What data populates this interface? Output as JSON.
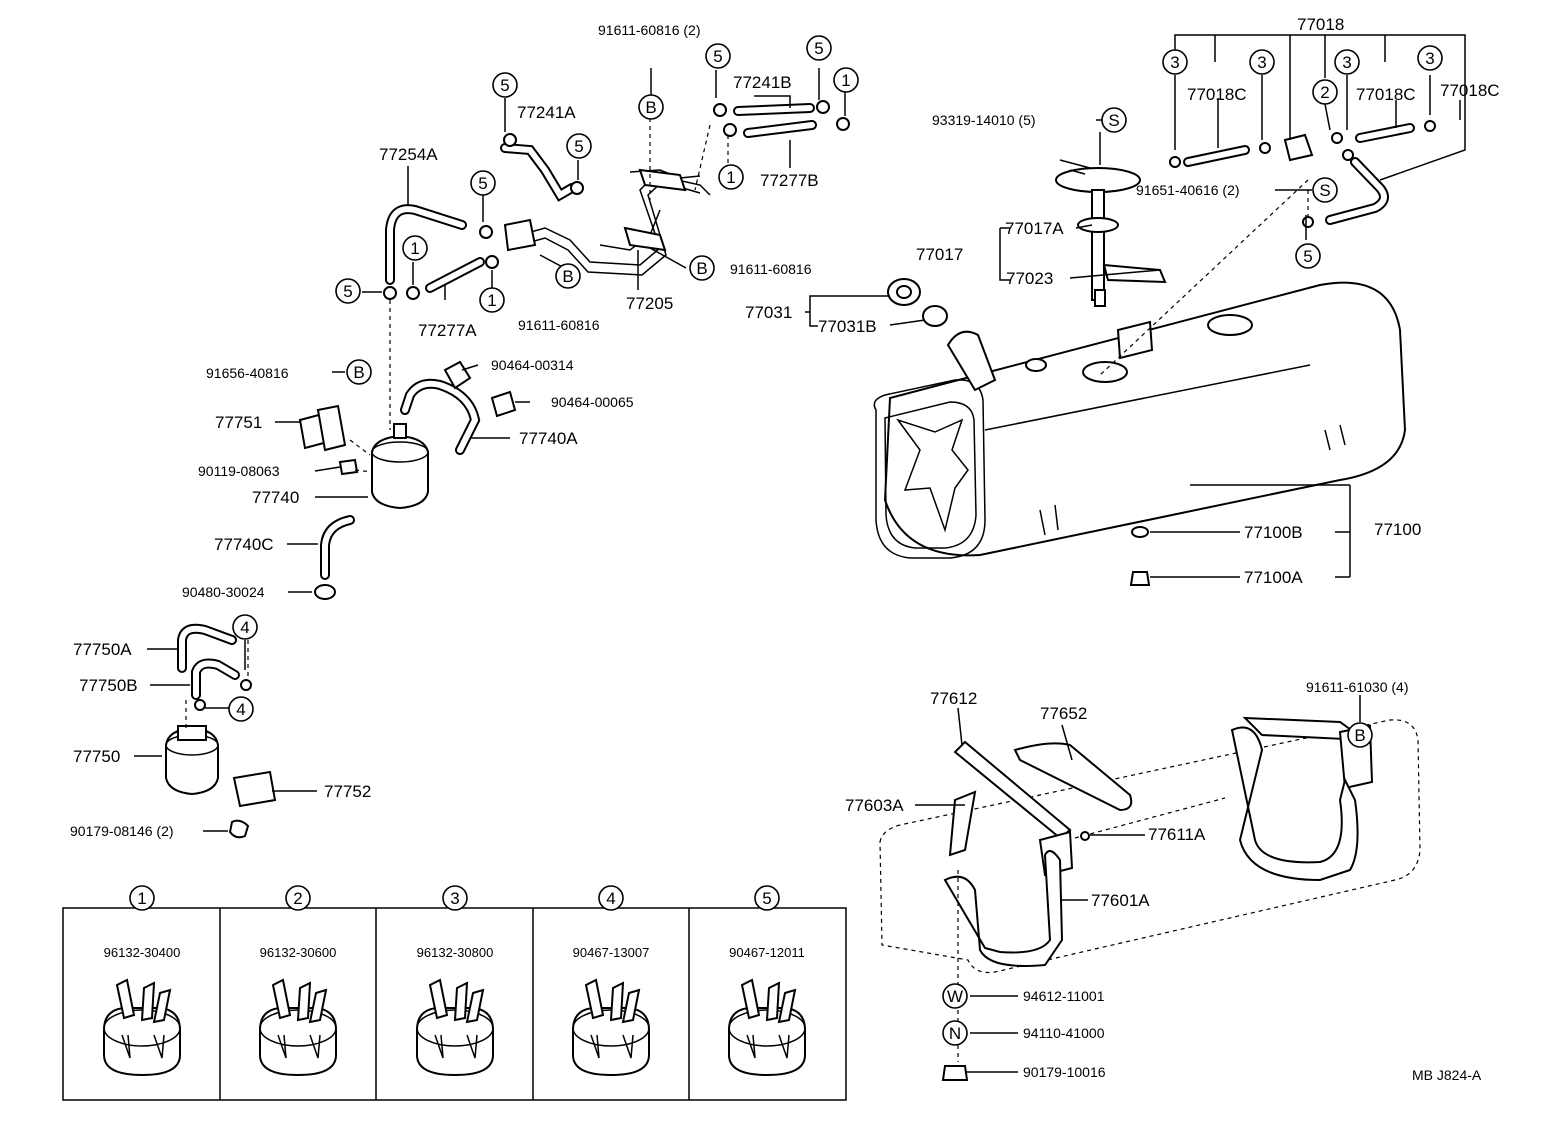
{
  "labels": {
    "p91611_60816_2": "91611-60816 (2)",
    "p77241B": "77241B",
    "p77241A": "77241A",
    "p77277B": "77277B",
    "p77254A": "77254A",
    "p77277A": "77277A",
    "p91611_60816_a": "91611-60816",
    "p91611_60816_b": "91611-60816",
    "p77205": "77205",
    "p91656_40816": "91656-40816",
    "p90464_00314": "90464-00314",
    "p90464_00065": "90464-00065",
    "p77751": "77751",
    "p77740A": "77740A",
    "p90119_08063": "90119-08063",
    "p77740": "77740",
    "p77740C": "77740C",
    "p90480_30024": "90480-30024",
    "p77750A": "77750A",
    "p77750B": "77750B",
    "p77750": "77750",
    "p77752": "77752",
    "p90179_08146": "90179-08146 (2)",
    "p77018": "77018",
    "p77018C_1": "77018C",
    "p77018C_2": "77018C",
    "p77018C_3": "77018C",
    "p93319_14010": "93319-14010 (5)",
    "p91651_40616": "91651-40616 (2)",
    "p77017A": "77017A",
    "p77017": "77017",
    "p77023": "77023",
    "p77031": "77031",
    "p77031B": "77031B",
    "p77100B": "77100B",
    "p77100": "77100",
    "p77100A": "77100A",
    "p77612": "77612",
    "p77652": "77652",
    "p91611_61030": "91611-61030 (4)",
    "p77603A": "77603A",
    "p77611A": "77611A",
    "p77601A": "77601A",
    "p94612_11001": "94612-11001",
    "p94110_41000": "94110-41000",
    "p90179_10016": "90179-10016",
    "diagram_code": "MB  J824-A"
  },
  "markers": {
    "one": "1",
    "two": "2",
    "three": "3",
    "four": "4",
    "five": "5",
    "B": "B",
    "S": "S",
    "W": "W",
    "N": "N"
  },
  "clamp_table": [
    {
      "num": "1",
      "part": "96132-30400"
    },
    {
      "num": "2",
      "part": "96132-30600"
    },
    {
      "num": "3",
      "part": "96132-30800"
    },
    {
      "num": "4",
      "part": "90467-13007"
    },
    {
      "num": "5",
      "part": "90467-12011"
    }
  ]
}
